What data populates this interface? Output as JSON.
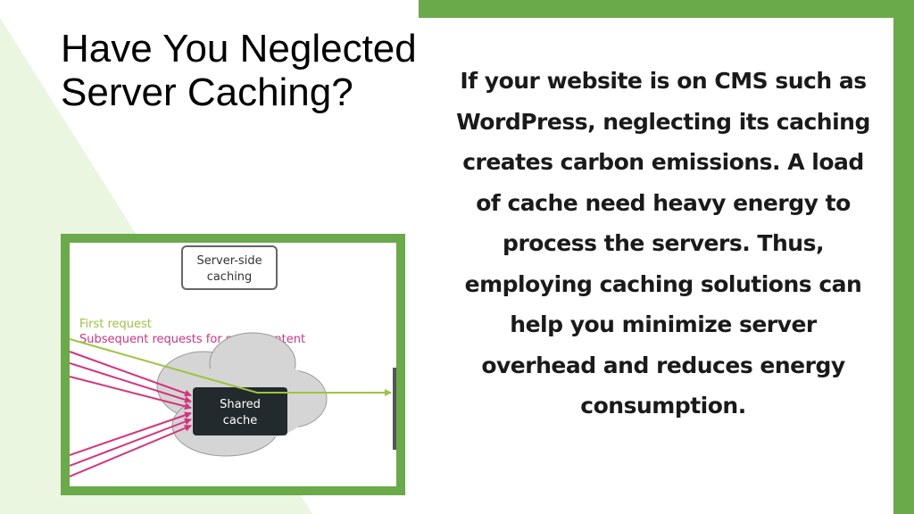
{
  "slide": {
    "title": "Have You Neglected Server Caching?",
    "body": "If your website is on CMS such as WordPress, neglecting its caching creates carbon emissions. A load of cache need heavy energy to process the servers. Thus, employing caching solutions can help you minimize server overhead and reduces energy consumption."
  },
  "diagram": {
    "box_label_line1": "Server-side",
    "box_label_line2": "caching",
    "legend_first": "First request",
    "legend_subsequent": "Subsequent requests for same content",
    "cache_label_line1": "Shared",
    "cache_label_line2": "cache",
    "colors": {
      "first_request": "#9bc43f",
      "subsequent": "#d6337f",
      "cloud": "#d5d5d5",
      "cache_box": "#232a2e",
      "frame_green": "#6aaa4b",
      "bg_triangle": "#eaf6df"
    }
  }
}
